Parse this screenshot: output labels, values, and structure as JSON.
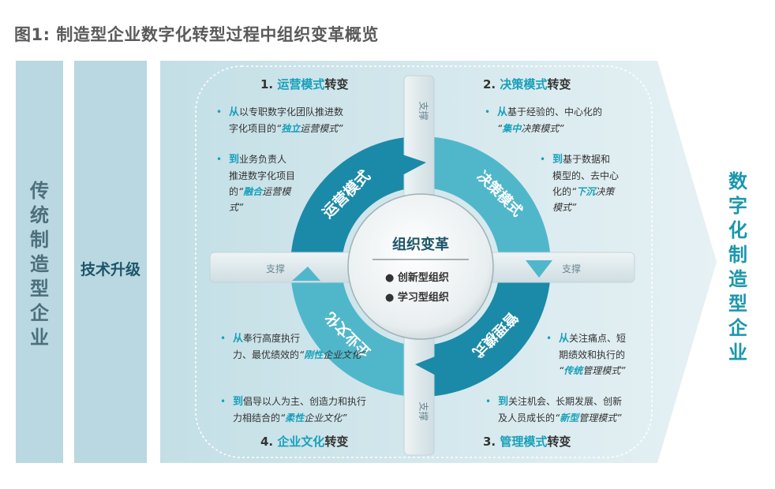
{
  "title": "图1: 制造型企业数字化转型过程中组织变革概览",
  "left_column": {
    "text": "传统制造型企业"
  },
  "tech_column": {
    "text": "技术升级"
  },
  "right_column": {
    "text": "数字化制造型企业"
  },
  "ellipsis": "……",
  "center": {
    "title": "组织变革",
    "items": [
      "● 创新型组织",
      "● 学习型组织"
    ]
  },
  "ring_labels": [
    "运营模式",
    "决策模式",
    "管理模式",
    "企业文化"
  ],
  "support_label": "支撑",
  "quadrants": [
    {
      "num": "1. ",
      "title_hl": "运营模式",
      "title_rest": "转变",
      "bullets": [
        {
          "kw": "从",
          "lines": [
            "以专职数字化团队推进数",
            "字化项目的"
          ],
          "quote_open": "“",
          "quote_hl": "独立",
          "quote_rest": "运营模式”"
        },
        {
          "kw": "到",
          "lines": [
            "业务负责人",
            "推进数字化项目",
            "的"
          ],
          "quote_open": "“",
          "quote_hl": "融合",
          "quote_rest": "运营模",
          "tail": "式”"
        }
      ]
    },
    {
      "num": "2. ",
      "title_hl": "决策模式",
      "title_rest": "转变",
      "bullets": [
        {
          "kw": "从",
          "lines": [
            "基于经验的、中心化的"
          ],
          "quote_open": "“",
          "quote_hl": "集中",
          "quote_rest": "决策模式”"
        },
        {
          "kw": "到",
          "lines": [
            "基于数据和",
            "模型的、去中心",
            "化的"
          ],
          "quote_open": "“",
          "quote_hl": "下沉",
          "quote_rest": "决策",
          "tail": "模式”"
        }
      ]
    },
    {
      "num": "3. ",
      "title_hl": "管理模式",
      "title_rest": "转变",
      "bullets": [
        {
          "kw": "从",
          "lines": [
            "关注痛点、短",
            "期绩效和执行的"
          ],
          "quote_open": "“",
          "quote_hl": "传统",
          "quote_rest": "管理模式”"
        },
        {
          "kw": "到",
          "lines": [
            "关注机会、长期发展、创新",
            "及人员成长的"
          ],
          "quote_open": "“",
          "quote_hl": "新型",
          "quote_rest": "管理模式”"
        }
      ]
    },
    {
      "num": "4. ",
      "title_hl": "企业文化",
      "title_rest": "转变",
      "bullets": [
        {
          "kw": "从",
          "lines": [
            "奉行高度执行",
            "力、最优绩效的"
          ],
          "quote_open": "“",
          "quote_hl": "刚性",
          "quote_rest": "企业文化”"
        },
        {
          "kw": "到",
          "lines": [
            "倡导以人为主、创造力和执行",
            "力相结合的"
          ],
          "quote_open": "“",
          "quote_hl": "柔性",
          "quote_rest": "企业文化”"
        }
      ]
    }
  ],
  "colors": {
    "accent": "#17a0ba",
    "ring_dark": "#1b8aa8",
    "ring_light": "#50b7cb",
    "panel": "#b9d8e1"
  }
}
